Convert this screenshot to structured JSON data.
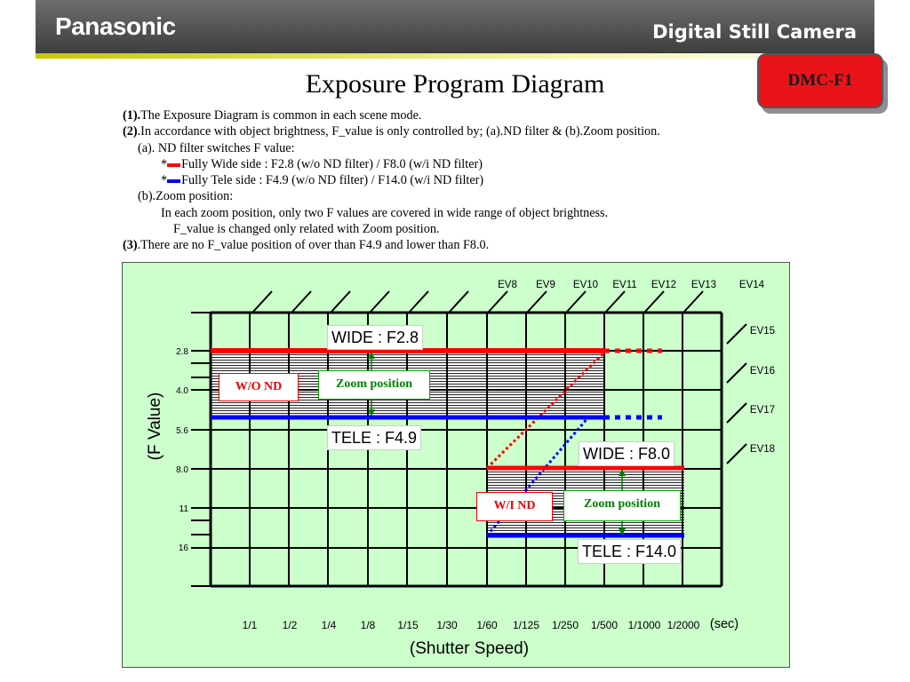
{
  "header": {
    "brand": "Panasonic",
    "product": "Digital Still Camera",
    "model": "DMC-F1"
  },
  "title": "Exposure Program Diagram",
  "notes": {
    "n1_num": "(1).",
    "n1_text": "The Exposure Diagram is common in each scene mode.",
    "n2_num": "(2)",
    "n2_text": ".In accordance with object brightness, F_value is only controlled by; (a).ND filter & (b).Zoom position.",
    "a_head": "(a). ND filter switches F value:",
    "a_wide": "Fully Wide side : F2.8 (w/o ND filter)  / F8.0 (w/i ND filter)",
    "a_tele": "Fully Tele side  : F4.9 (w/o ND filter)  /  F14.0 (w/i ND filter)",
    "b_head": "(b).Zoom position:",
    "b_line1": "In each zoom position, only two F values are covered in wide range of object brightness.",
    "b_line2": "F_value is changed only related with Zoom position.",
    "n3_num": "(3)",
    "n3_text": ".There are no F_value position of over than F4.9 and lower than F8.0.",
    "bullet": "*"
  },
  "diagram": {
    "x_ticks": [
      "1/1",
      "1/2",
      "1/4",
      "1/8",
      "1/15",
      "1/30",
      "1/60",
      "1/125",
      "1/250",
      "1/500",
      "1/1000",
      "1/2000"
    ],
    "x_unit": "(sec)",
    "x_title": "(Shutter Speed)",
    "y_ticks": [
      "2.8",
      "4.0",
      "5.6",
      "8.0",
      "11",
      "16"
    ],
    "y_title": "(F Value)",
    "ev_top": [
      "EV8",
      "EV9",
      "EV10",
      "EV11",
      "EV12",
      "EV13",
      "EV14"
    ],
    "ev_right": [
      "EV15",
      "EV16",
      "EV17",
      "EV18"
    ],
    "wide_no_nd": "WIDE : F2.8",
    "tele_no_nd": "TELE : F4.9",
    "wide_nd": "WIDE : F8.0",
    "tele_nd": "TELE : F14.0",
    "wo_nd_tag": "W/O ND",
    "wi_nd_tag": "W/I ND",
    "zoom_tag_1": "Zoom position",
    "zoom_tag_2": "Zoom position"
  },
  "colors": {
    "wide_line": "#ff0000",
    "tele_line": "#0000ff",
    "panel_bg": "#ccffcc",
    "zoom_text": "#008000",
    "nd_text": "#ff0000",
    "badge": "#e8141a"
  }
}
